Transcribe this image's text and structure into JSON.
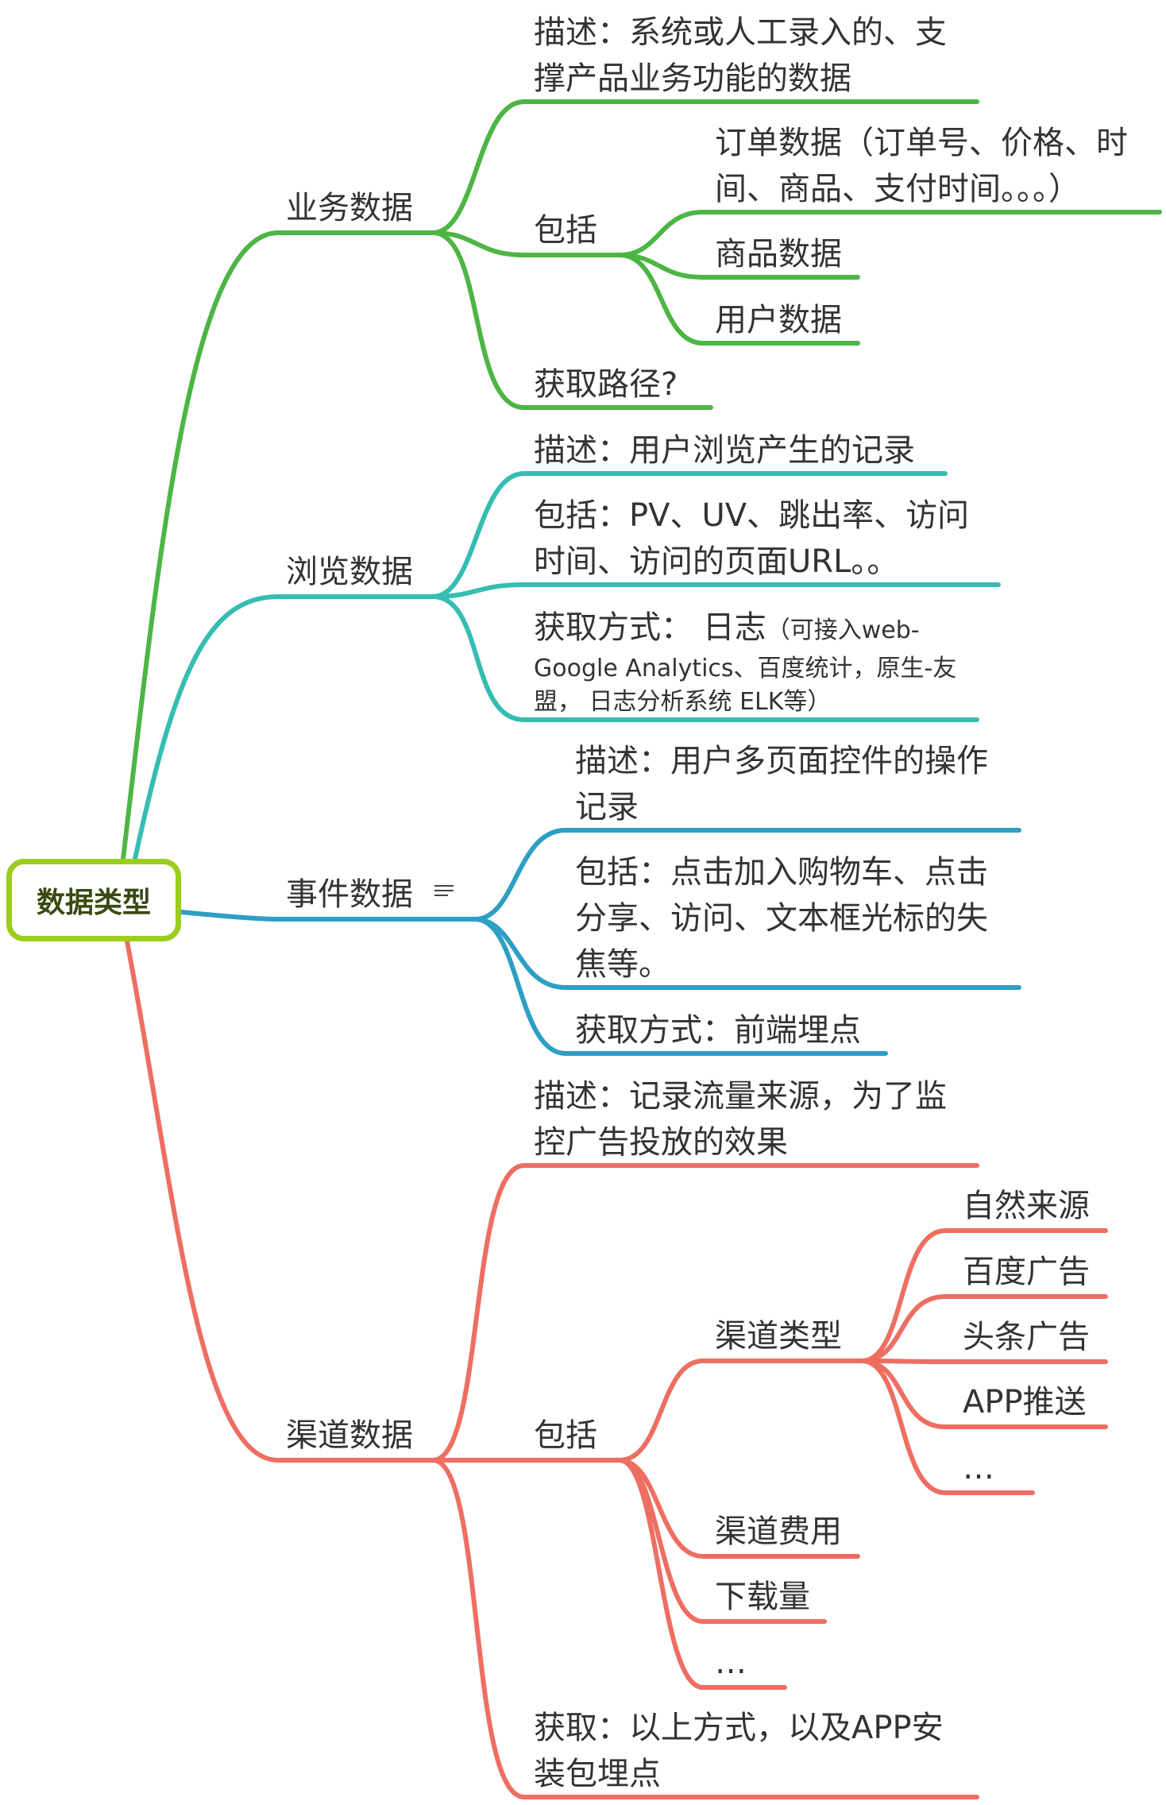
{
  "root": {
    "label": "数据类型"
  },
  "colors": {
    "business": "#4db545",
    "browse": "#36bdb2",
    "event": "#2e9fc4",
    "channel": "#ee6e62",
    "root_border": "#9ccc1c"
  },
  "business": {
    "label": "业务数据",
    "desc": [
      "描述：系统或人工录入的、支",
      "撑产品业务功能的数据"
    ],
    "include": "包括",
    "order": [
      "订单数据（订单号、价格、时",
      "间、商品、支付时间。。。）"
    ],
    "product": "商品数据",
    "user": "用户数据",
    "source": "获取路径?"
  },
  "browse": {
    "label": "浏览数据",
    "desc": "描述：用户浏览产生的记录",
    "include": [
      "包括：PV、UV、跳出率、访问",
      "时间、访问的页面URL。。"
    ],
    "method_prefix": "获取方式： 日志",
    "method_detail": [
      "（可接入web-",
      "Google Analytics、百度统计，原生-友",
      "盟， 日志分析系统 ELK等）"
    ]
  },
  "event": {
    "label": "事件数据",
    "note_icon": "note-icon",
    "desc": [
      "描述：用户多页面控件的操作",
      "记录"
    ],
    "include": [
      "包括：点击加入购物车、点击",
      "分享、访问、文本框光标的失",
      "焦等。"
    ],
    "method": "获取方式：前端埋点"
  },
  "channel": {
    "label": "渠道数据",
    "desc": [
      "描述：记录流量来源，为了监",
      "控广告投放的效果"
    ],
    "include": "包括",
    "types_label": "渠道类型",
    "types": [
      "自然来源",
      "百度广告",
      "头条广告",
      "APP推送",
      "…"
    ],
    "cost": "渠道费用",
    "downloads": "下载量",
    "more": "…",
    "source": [
      "获取：以上方式，以及APP安",
      "装包埋点"
    ]
  }
}
